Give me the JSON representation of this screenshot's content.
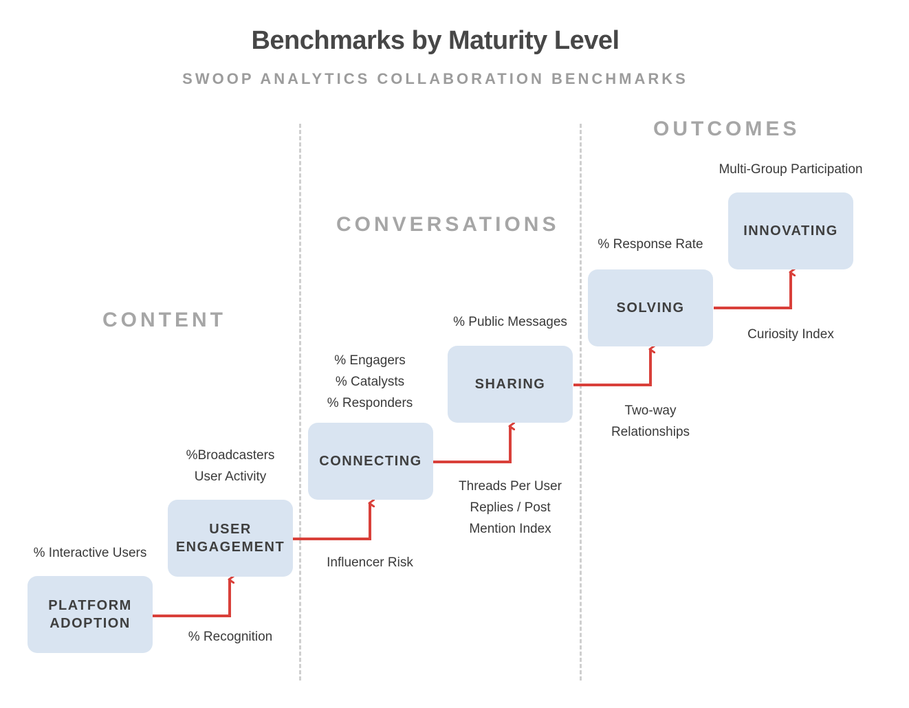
{
  "title": "Benchmarks by Maturity Level",
  "subtitle": "SWOOP ANALYTICS COLLABORATION BENCHMARKS",
  "sections": {
    "content": "CONTENT",
    "conversations": "CONVERSATIONS",
    "outcomes": "OUTCOMES"
  },
  "stages": {
    "platform_adoption": "PLATFORM\nADOPTION",
    "user_engagement": "USER\nENGAGEMENT",
    "connecting": "CONNECTING",
    "sharing": "SHARING",
    "solving": "SOLVING",
    "innovating": "INNOVATING"
  },
  "labels": {
    "interactive_users": "% Interactive Users",
    "recognition": "% Recognition",
    "broadcasters": "%Broadcasters\nUser Activity",
    "influencer_risk": "Influencer Risk",
    "engagers": "% Engagers\n% Catalysts\n% Responders",
    "threads": "Threads  Per User\nReplies / Post\nMention Index",
    "public_messages": "% Public Messages",
    "two_way": "Two-way\nRelationships",
    "response_rate": "% Response Rate",
    "curiosity": "Curiosity Index",
    "multi_group": "Multi-Group Participation"
  },
  "colors": {
    "arrow": "#d9403a",
    "box_fill": "#d9e4f1",
    "section_text": "#a6a6a6",
    "divider": "#cfcfcf"
  }
}
